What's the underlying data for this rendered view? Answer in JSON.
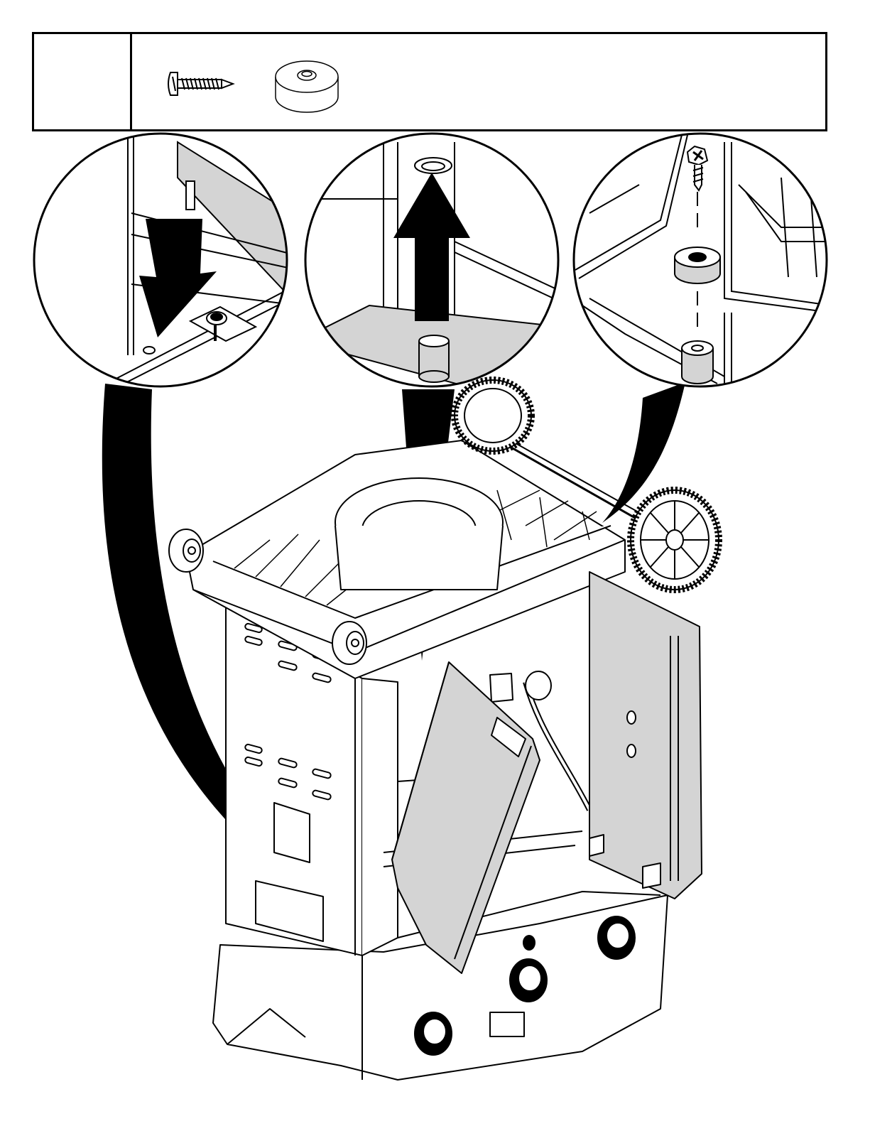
{
  "step": {
    "number": ""
  },
  "hardware": [
    {
      "icon": "screw-icon"
    },
    {
      "icon": "spacer-washer-icon"
    }
  ],
  "callouts": [
    {
      "icon": "pin-into-hole-detail",
      "arrow": "down-left"
    },
    {
      "icon": "post-into-hole-detail",
      "arrow": "up"
    },
    {
      "icon": "screw-spacer-detail",
      "arrow": "none"
    }
  ],
  "colors": {
    "line": "#000000",
    "panel_fill": "#d4d4d4",
    "background": "#ffffff"
  }
}
